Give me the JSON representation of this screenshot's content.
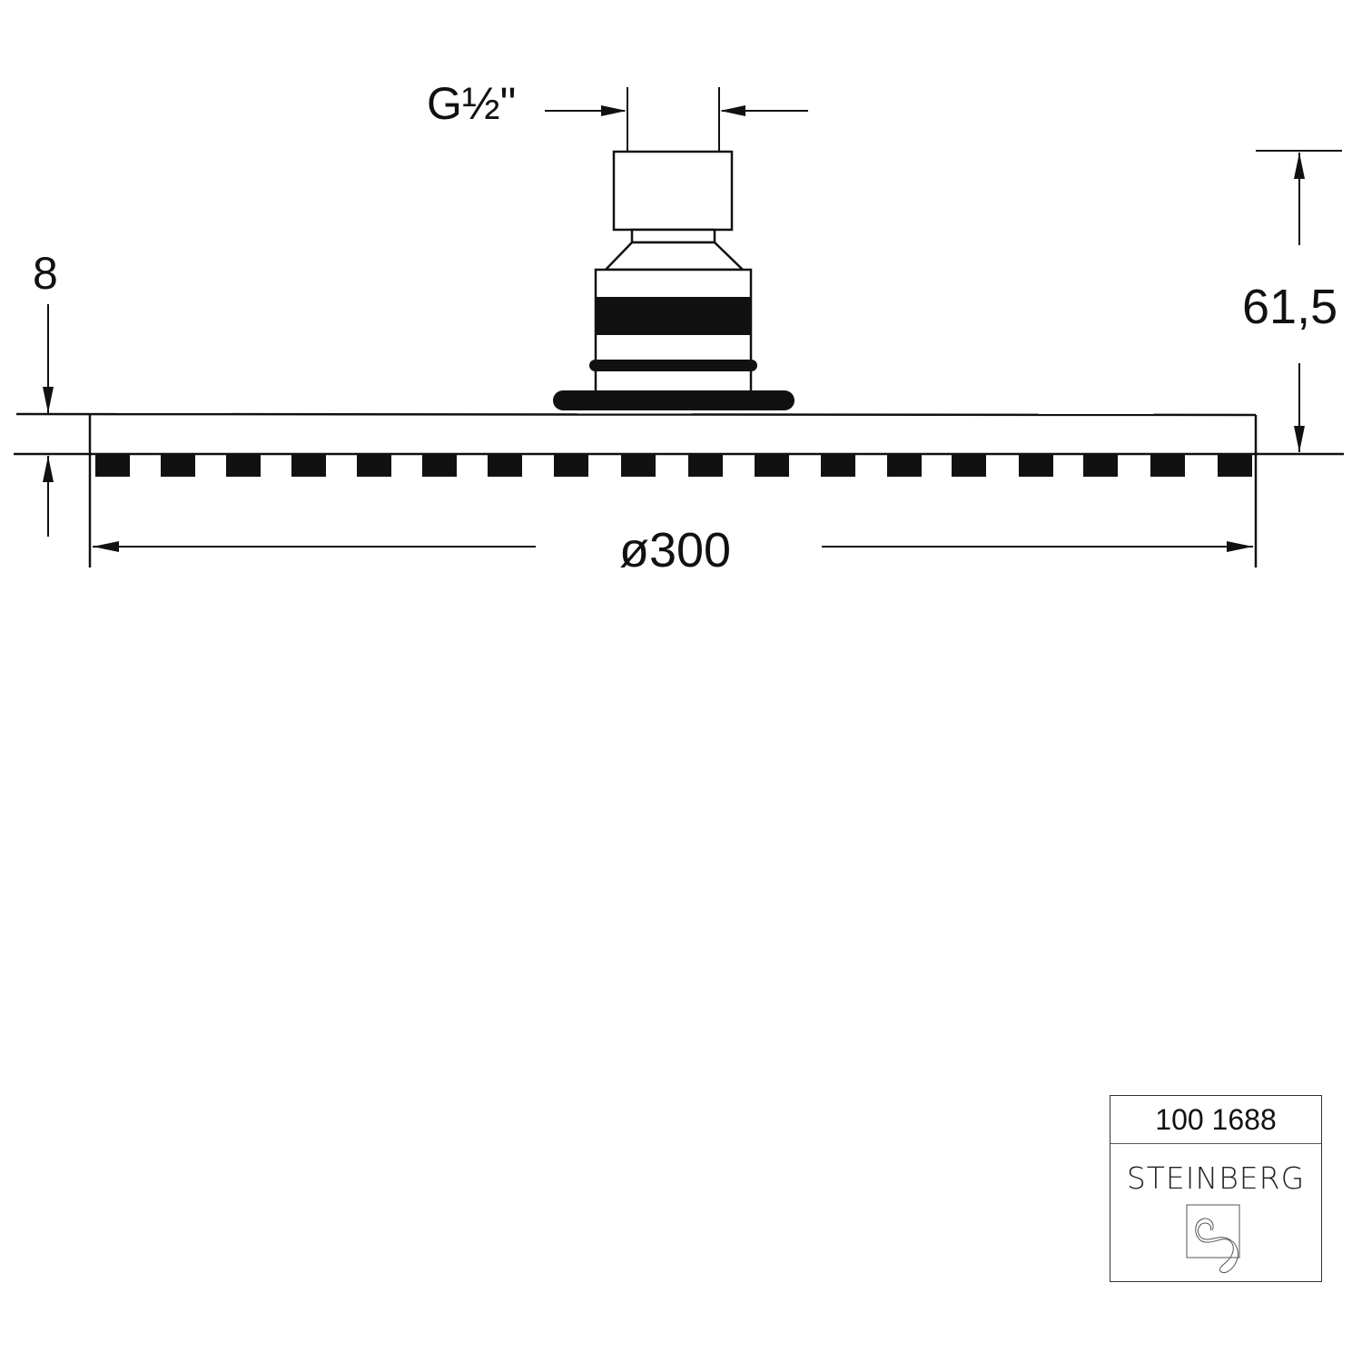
{
  "drawing": {
    "product": "Rain shower head, round, side view",
    "dimensions": {
      "thread": "G½\"",
      "plate_thickness": "8",
      "total_height": "61,5",
      "diameter": "ø300"
    },
    "nozzle_count": 18
  },
  "title_block": {
    "article_number": "100 1688",
    "brand": "STEINBERG",
    "logo": "steinberg-s-logo-icon"
  },
  "colors": {
    "line": "#111111",
    "background": "#ffffff"
  }
}
